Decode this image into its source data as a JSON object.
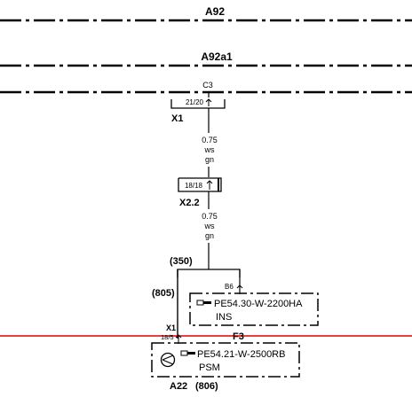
{
  "labels": {
    "a92": "A92",
    "a92a1": "A92a1",
    "c3": "C3",
    "pin_21_20": "21/20",
    "x1_top": "X1",
    "wire1_size": "0.75",
    "wire1_color1": "ws",
    "wire1_color2": "gn",
    "pin_18_18": "18/18",
    "x2_2": "X2.2",
    "wire2_size": "0.75",
    "wire2_color1": "ws",
    "wire2_color2": "gn",
    "ref_350": "(350)",
    "ref_805": "(805)",
    "b6": "B6",
    "pe1_code": "PE54.30-W-2200HA",
    "pe1_name": "INS",
    "x1_bottom": "X1",
    "pin_18_5": "18/5",
    "f3": "F3",
    "pe2_code": "PE54.21-W-2500RB",
    "pe2_name": "PSM",
    "a22": "A22",
    "ref_806": "(806)"
  },
  "colors": {
    "line": "#000000",
    "highlight_line": "#e00000"
  },
  "icons": {
    "doc_ref_icon": "book-icon",
    "component_icon": "circle-arrow-icon"
  }
}
